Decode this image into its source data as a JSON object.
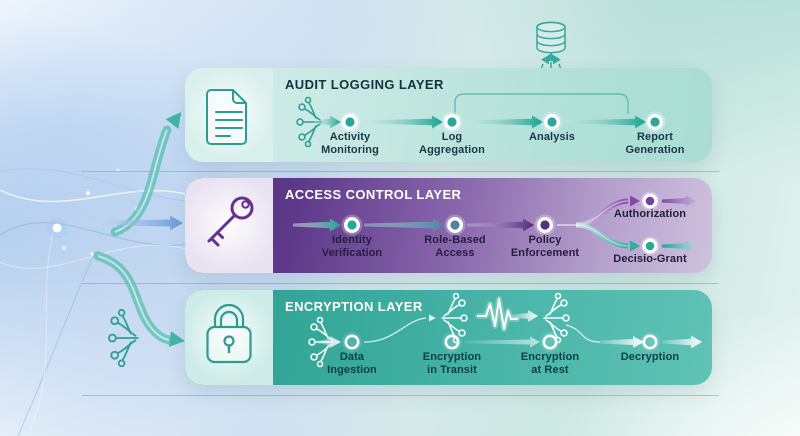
{
  "colors": {
    "teal_accent": "#2aa79a",
    "teal_dark": "#17a091",
    "purple_accent": "#5b2d83",
    "steel_accent": "#53829f",
    "blue_arrow": "#699bd7",
    "layer1_bg": "#c3e7e0",
    "layer2_bg_left": "#4d2a79",
    "layer2_bg_right": "#cfc2dd",
    "layer3_bg": "#3aab9d",
    "text_dark": "#16323f",
    "text_light": "#ffffff"
  },
  "layers": [
    {
      "title": "AUDIT LOGGING LAYER",
      "icon": "document-icon",
      "steps": [
        {
          "label": "Activity\nMonitoring"
        },
        {
          "label": "Log\nAggregation"
        },
        {
          "label": "Analysis"
        },
        {
          "label": "Report\nGeneration"
        }
      ]
    },
    {
      "title": "ACCESS CONTROL LAYER",
      "icon": "key-icon",
      "steps": [
        {
          "label": "Identity\nVerification"
        },
        {
          "label": "Role-Based\nAccess"
        },
        {
          "label": "Policy\nEnforcement"
        }
      ],
      "branches": [
        {
          "label": "Authorization"
        },
        {
          "label": "Decisio-Grant"
        }
      ]
    },
    {
      "title": "ENCRYPTION LAYER",
      "icon": "lock-icon",
      "steps": [
        {
          "label": "Data\nIngestion"
        },
        {
          "label": "Encryption\nin Transit"
        },
        {
          "label": "Encryption\nat Rest"
        },
        {
          "label": "Decryption"
        }
      ]
    }
  ]
}
